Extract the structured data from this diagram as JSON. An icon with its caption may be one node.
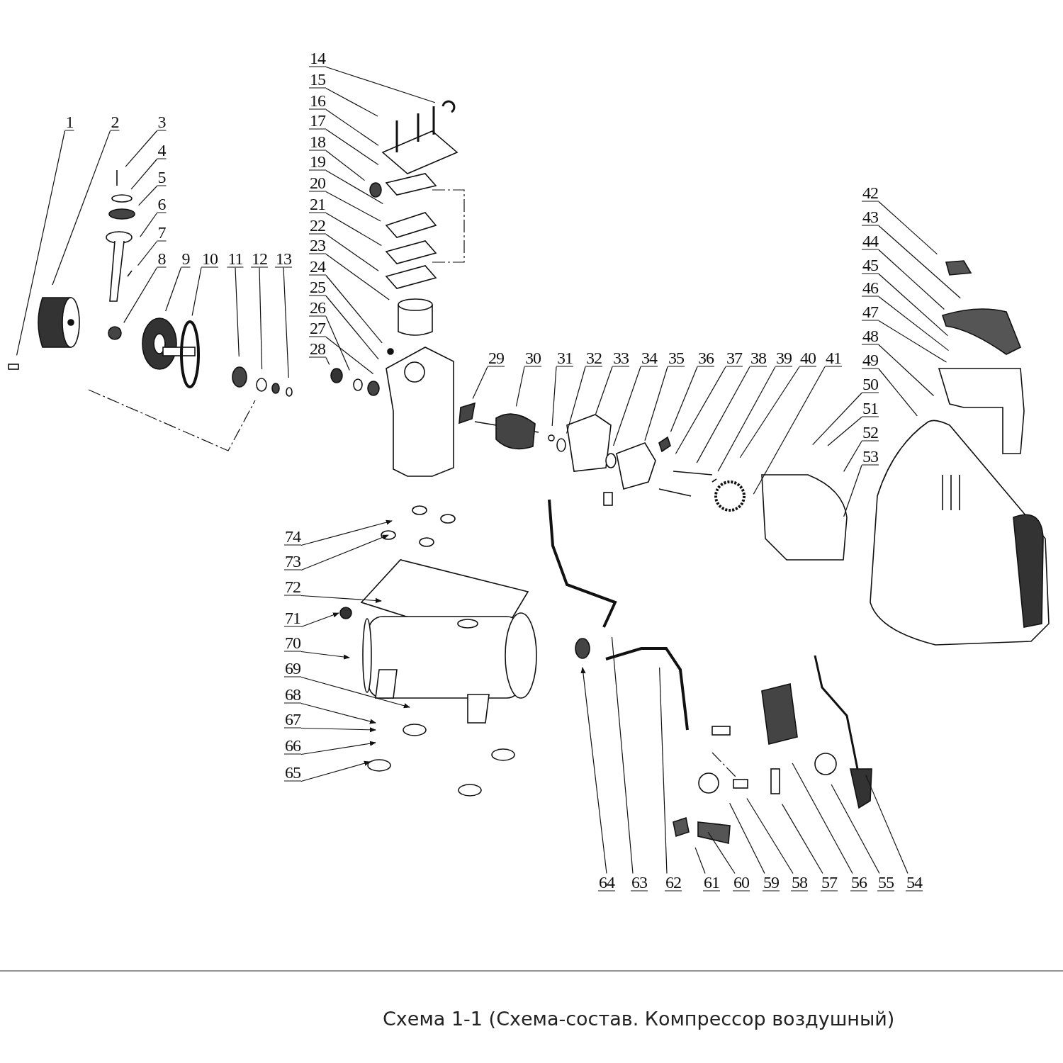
{
  "diagram": {
    "caption": "Схема 1-1 (Схема-состав. Компрессор воздушный)",
    "nodes": [
      {
        "text": [
          "1"
        ]
      },
      {
        "text": [
          "2"
        ]
      },
      {
        "text": [
          "3"
        ]
      },
      {
        "text": [
          "4"
        ]
      },
      {
        "text": [
          "5"
        ]
      },
      {
        "text": [
          "6"
        ]
      },
      {
        "text": [
          "7"
        ]
      },
      {
        "text": [
          "8"
        ]
      },
      {
        "text": [
          "9"
        ]
      },
      {
        "text": [
          "10"
        ]
      },
      {
        "text": [
          "11"
        ]
      },
      {
        "text": [
          "12"
        ]
      },
      {
        "text": [
          "13"
        ]
      },
      {
        "text": [
          "14"
        ]
      },
      {
        "text": [
          "15"
        ]
      },
      {
        "text": [
          "16"
        ]
      },
      {
        "text": [
          "17"
        ]
      },
      {
        "text": [
          "18"
        ]
      },
      {
        "text": [
          "19"
        ]
      },
      {
        "text": [
          "20"
        ]
      },
      {
        "text": [
          "21"
        ]
      },
      {
        "text": [
          "22"
        ]
      },
      {
        "text": [
          "23"
        ]
      },
      {
        "text": [
          "24"
        ]
      },
      {
        "text": [
          "25"
        ]
      },
      {
        "text": [
          "26"
        ]
      },
      {
        "text": [
          "27"
        ]
      },
      {
        "text": [
          "28"
        ]
      },
      {
        "text": [
          "29"
        ]
      },
      {
        "text": [
          "30"
        ]
      },
      {
        "text": [
          "31"
        ]
      },
      {
        "text": [
          "32"
        ]
      },
      {
        "text": [
          "33"
        ]
      },
      {
        "text": [
          "34"
        ]
      },
      {
        "text": [
          "35"
        ]
      },
      {
        "text": [
          "36"
        ]
      },
      {
        "text": [
          "37"
        ]
      },
      {
        "text": [
          "38"
        ]
      },
      {
        "text": [
          "39"
        ]
      },
      {
        "text": [
          "40"
        ]
      },
      {
        "text": [
          "41"
        ]
      },
      {
        "text": [
          "42"
        ]
      },
      {
        "text": [
          "43"
        ]
      },
      {
        "text": [
          "44"
        ]
      },
      {
        "text": [
          "45"
        ]
      },
      {
        "text": [
          "46"
        ]
      },
      {
        "text": [
          "47"
        ]
      },
      {
        "text": [
          "48"
        ]
      },
      {
        "text": [
          "49"
        ]
      },
      {
        "text": [
          "50"
        ]
      },
      {
        "text": [
          "51"
        ]
      },
      {
        "text": [
          "52"
        ]
      },
      {
        "text": [
          "53"
        ]
      },
      {
        "text": [
          "54"
        ]
      },
      {
        "text": [
          "55"
        ]
      },
      {
        "text": [
          "56"
        ]
      },
      {
        "text": [
          "57"
        ]
      },
      {
        "text": [
          "58"
        ]
      },
      {
        "text": [
          "59"
        ]
      },
      {
        "text": [
          "60"
        ]
      },
      {
        "text": [
          "61"
        ]
      },
      {
        "text": [
          "62"
        ]
      },
      {
        "text": [
          "63"
        ]
      },
      {
        "text": [
          "64"
        ]
      },
      {
        "text": [
          "65"
        ]
      },
      {
        "text": [
          "66"
        ]
      },
      {
        "text": [
          "67"
        ]
      },
      {
        "text": [
          "68"
        ]
      },
      {
        "text": [
          "69"
        ]
      },
      {
        "text": [
          "70"
        ]
      },
      {
        "text": [
          "71"
        ]
      },
      {
        "text": [
          "72"
        ]
      },
      {
        "text": [
          "73"
        ]
      },
      {
        "text": [
          "74"
        ]
      }
    ],
    "edges": [
      {
        "from": 0,
        "to": null,
        "arrow": "none"
      },
      {
        "from": 1,
        "to": null,
        "arrow": "none"
      },
      {
        "from": 2,
        "to": null,
        "arrow": "none"
      },
      {
        "from": 3,
        "to": null,
        "arrow": "none"
      },
      {
        "from": 4,
        "to": null,
        "arrow": "none"
      },
      {
        "from": 5,
        "to": null,
        "arrow": "none"
      },
      {
        "from": 6,
        "to": null,
        "arrow": "none"
      },
      {
        "from": 7,
        "to": null,
        "arrow": "none"
      },
      {
        "from": 8,
        "to": null,
        "arrow": "none"
      },
      {
        "from": 9,
        "to": null,
        "arrow": "none"
      },
      {
        "from": 10,
        "to": null,
        "arrow": "none"
      },
      {
        "from": 11,
        "to": null,
        "arrow": "none"
      },
      {
        "from": 12,
        "to": null,
        "arrow": "none"
      },
      {
        "from": 13,
        "to": null,
        "arrow": "none"
      },
      {
        "from": 14,
        "to": null,
        "arrow": "none"
      },
      {
        "from": 15,
        "to": null,
        "arrow": "none"
      },
      {
        "from": 16,
        "to": null,
        "arrow": "none"
      },
      {
        "from": 17,
        "to": null,
        "arrow": "none"
      },
      {
        "from": 18,
        "to": null,
        "arrow": "none"
      },
      {
        "from": 19,
        "to": null,
        "arrow": "none"
      },
      {
        "from": 20,
        "to": null,
        "arrow": "none"
      },
      {
        "from": 21,
        "to": null,
        "arrow": "none"
      },
      {
        "from": 22,
        "to": null,
        "arrow": "none"
      },
      {
        "from": 23,
        "to": null,
        "arrow": "none"
      },
      {
        "from": 24,
        "to": null,
        "arrow": "none"
      },
      {
        "from": 25,
        "to": null,
        "arrow": "none"
      },
      {
        "from": 26,
        "to": null,
        "arrow": "none"
      },
      {
        "from": 27,
        "to": null,
        "arrow": "none"
      },
      {
        "from": 28,
        "to": null,
        "arrow": "none"
      },
      {
        "from": 29,
        "to": null,
        "arrow": "none"
      },
      {
        "from": 30,
        "to": null,
        "arrow": "none"
      },
      {
        "from": 31,
        "to": null,
        "arrow": "none"
      },
      {
        "from": 32,
        "to": null,
        "arrow": "none"
      },
      {
        "from": 33,
        "to": null,
        "arrow": "none"
      },
      {
        "from": 34,
        "to": null,
        "arrow": "none"
      },
      {
        "from": 35,
        "to": null,
        "arrow": "none"
      },
      {
        "from": 36,
        "to": null,
        "arrow": "none"
      },
      {
        "from": 37,
        "to": null,
        "arrow": "none"
      },
      {
        "from": 38,
        "to": null,
        "arrow": "none"
      },
      {
        "from": 39,
        "to": null,
        "arrow": "none"
      },
      {
        "from": 40,
        "to": null,
        "arrow": "none"
      },
      {
        "from": 41,
        "to": null,
        "arrow": "none"
      },
      {
        "from": 42,
        "to": null,
        "arrow": "none"
      },
      {
        "from": 43,
        "to": null,
        "arrow": "none"
      },
      {
        "from": 44,
        "to": null,
        "arrow": "none"
      },
      {
        "from": 45,
        "to": null,
        "arrow": "none"
      },
      {
        "from": 46,
        "to": null,
        "arrow": "none"
      },
      {
        "from": 47,
        "to": null,
        "arrow": "none"
      },
      {
        "from": 48,
        "to": null,
        "arrow": "none"
      },
      {
        "from": 49,
        "to": null,
        "arrow": "none"
      },
      {
        "from": 50,
        "to": null,
        "arrow": "none"
      },
      {
        "from": 51,
        "to": null,
        "arrow": "none"
      },
      {
        "from": 52,
        "to": null,
        "arrow": "none"
      },
      {
        "from": 53,
        "to": null,
        "arrow": "none"
      },
      {
        "from": 54,
        "to": null,
        "arrow": "none"
      },
      {
        "from": 55,
        "to": null,
        "arrow": "none"
      },
      {
        "from": 56,
        "to": null,
        "arrow": "none"
      },
      {
        "from": 57,
        "to": null,
        "arrow": "none"
      },
      {
        "from": 58,
        "to": null,
        "arrow": "none"
      },
      {
        "from": 59,
        "to": null,
        "arrow": "none"
      },
      {
        "from": 60,
        "to": null,
        "arrow": "none"
      },
      {
        "from": 61,
        "to": null,
        "arrow": "none"
      },
      {
        "from": 62,
        "to": null,
        "arrow": "none"
      },
      {
        "from": 63,
        "to": null,
        "arrow": "to"
      },
      {
        "from": 64,
        "to": null,
        "arrow": "to"
      },
      {
        "from": 65,
        "to": null,
        "arrow": "to"
      },
      {
        "from": 66,
        "to": null,
        "arrow": "to"
      },
      {
        "from": 67,
        "to": null,
        "arrow": "to"
      },
      {
        "from": 68,
        "to": null,
        "arrow": "to"
      },
      {
        "from": 69,
        "to": null,
        "arrow": "to"
      },
      {
        "from": 70,
        "to": null,
        "arrow": "to"
      },
      {
        "from": 71,
        "to": null,
        "arrow": "to"
      },
      {
        "from": 72,
        "to": null,
        "arrow": "to"
      },
      {
        "from": 73,
        "to": null,
        "arrow": "to"
      }
    ]
  }
}
